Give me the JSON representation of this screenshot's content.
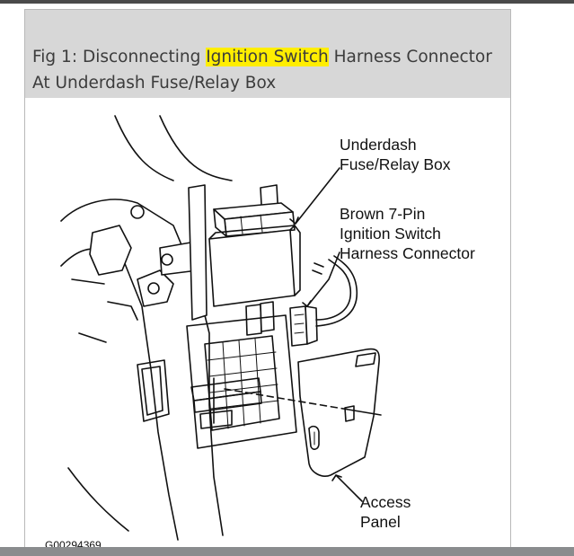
{
  "caption": {
    "prefix": "Fig 1: Disconnecting ",
    "highlight": "Ignition Switch",
    "suffix": " Harness Connector At Underdash Fuse/Relay Box",
    "highlight_color": "#ffee00",
    "background": "#d7d7d7"
  },
  "figure": {
    "labels": {
      "fuse_box_line1": "Underdash",
      "fuse_box_line2": "Fuse/Relay Box",
      "connector_line1": "Brown 7-Pin",
      "connector_line2": "Ignition Switch",
      "connector_line3": "Harness Connector",
      "access_line1": "Access",
      "access_line2": "Panel"
    },
    "code": "G00294369"
  }
}
